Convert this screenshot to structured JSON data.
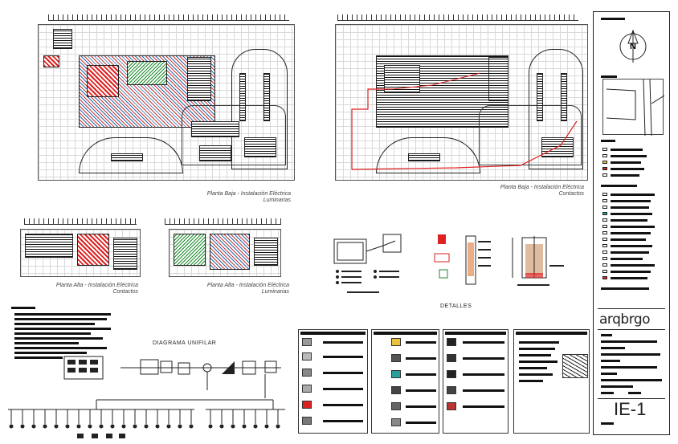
{
  "captions": {
    "plan_ground_lights": [
      "Planta Baja - Instalación Eléctrica",
      "Luminarias"
    ],
    "plan_ground_outlets": [
      "Planta Baja - Instalación Eléctrica",
      "Contactos"
    ],
    "plan_upper_outlets": [
      "Planta Alta - Instalación Eléctrica",
      "Contactos"
    ],
    "plan_upper_lights": [
      "Planta Alta - Instalación Eléctrica",
      "Luminarias"
    ]
  },
  "headings": {
    "details": "DETALLES",
    "diagram": "DIAGRAMA UNIFILAR"
  },
  "north_arrow": {
    "letter": "N"
  },
  "title_block": {
    "brand": "arqbrgo",
    "sheet_code": "IE-1"
  },
  "colors": {
    "ink": "#111111",
    "wiring_red": "#dd2222",
    "fixture_green": "#1a8a2a",
    "accent_blue": "#2266aa"
  }
}
